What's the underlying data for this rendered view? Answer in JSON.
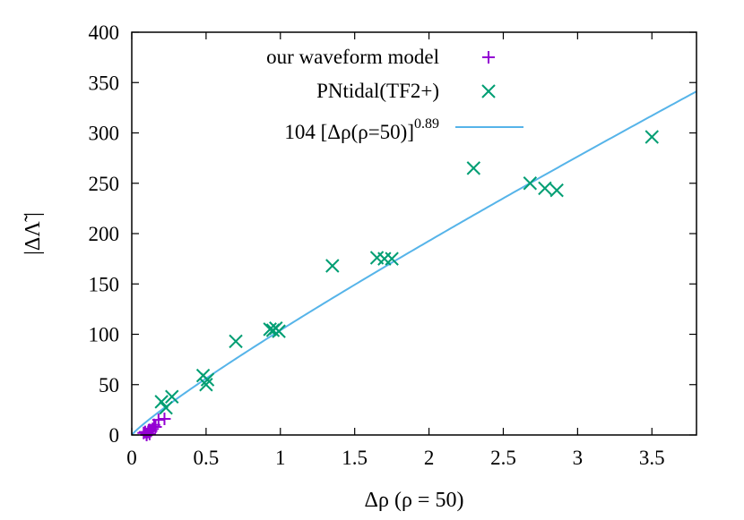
{
  "chart_data": {
    "type": "scatter",
    "title": "",
    "xlabel": "Δρ (ρ = 50)",
    "ylabel": "|ΔΛ̃ |",
    "xlim": [
      0,
      3.8
    ],
    "ylim": [
      0,
      400
    ],
    "x_ticks": [
      "0",
      "0.5",
      "1",
      "1.5",
      "2",
      "2.5",
      "3",
      "3.5"
    ],
    "y_ticks": [
      "0",
      "50",
      "100",
      "150",
      "200",
      "250",
      "300",
      "350",
      "400"
    ],
    "grid": false,
    "legend_placement": "top-right",
    "series": [
      {
        "name": "our waveform model",
        "marker": "plus",
        "color": "#9400d3",
        "points": [
          [
            0.08,
            2
          ],
          [
            0.1,
            0
          ],
          [
            0.11,
            3
          ],
          [
            0.12,
            5
          ],
          [
            0.12,
            1
          ],
          [
            0.13,
            4
          ],
          [
            0.14,
            6
          ],
          [
            0.15,
            10
          ],
          [
            0.16,
            8
          ],
          [
            0.18,
            15
          ],
          [
            0.22,
            16
          ],
          [
            0.1,
            1
          ],
          [
            0.09,
            3
          ]
        ]
      },
      {
        "name": "PNtidal(TF2+)",
        "marker": "x",
        "color": "#009e73",
        "points": [
          [
            0.2,
            33
          ],
          [
            0.23,
            27
          ],
          [
            0.27,
            38
          ],
          [
            0.48,
            59
          ],
          [
            0.5,
            50
          ],
          [
            0.51,
            55
          ],
          [
            0.7,
            93
          ],
          [
            0.93,
            105
          ],
          [
            0.95,
            104
          ],
          [
            0.97,
            106
          ],
          [
            0.99,
            103
          ],
          [
            1.35,
            168
          ],
          [
            1.65,
            176
          ],
          [
            1.7,
            175
          ],
          [
            1.75,
            175
          ],
          [
            2.3,
            265
          ],
          [
            2.68,
            250
          ],
          [
            2.78,
            245
          ],
          [
            2.86,
            243
          ],
          [
            3.5,
            296
          ]
        ]
      },
      {
        "name": "104 [Δρ(ρ=50)]",
        "name_superscript": "0.89",
        "type": "line",
        "color": "#56b4e9",
        "coefficient": 104,
        "exponent": 0.89
      }
    ]
  }
}
